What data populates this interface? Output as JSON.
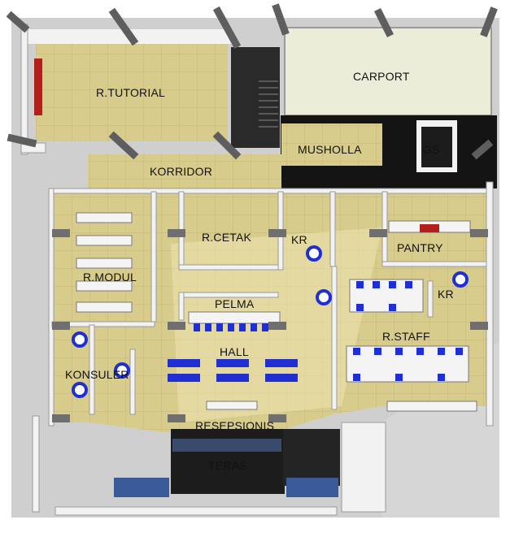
{
  "colors": {
    "floor": "#d8cc8c",
    "floor_light": "#e6dcaa",
    "wall": "#f2f2f2",
    "wall_shadow": "#6f6f6f",
    "dark": "#1c1c1c",
    "furniture_blue": "#1f2fd1",
    "carport": "#ecedd8",
    "ground": "#d9d9d9"
  },
  "rooms": {
    "tutorial": "R.TUTORIAL",
    "carport": "CARPORT",
    "musholla": "MUSHOLLA",
    "gs": "GS",
    "korridor": "KORRIDOR",
    "cetak": "R.CETAK",
    "kr1": "KR",
    "pantry": "PANTRY",
    "modul": "R.MODUL",
    "kr2": "KR",
    "pelma": "PELMA",
    "staff": "R.STAFF",
    "hall": "HALL",
    "konsuler": "KONSULER",
    "resepsionis": "RESEPSIONIS",
    "teras": "TERAS"
  }
}
